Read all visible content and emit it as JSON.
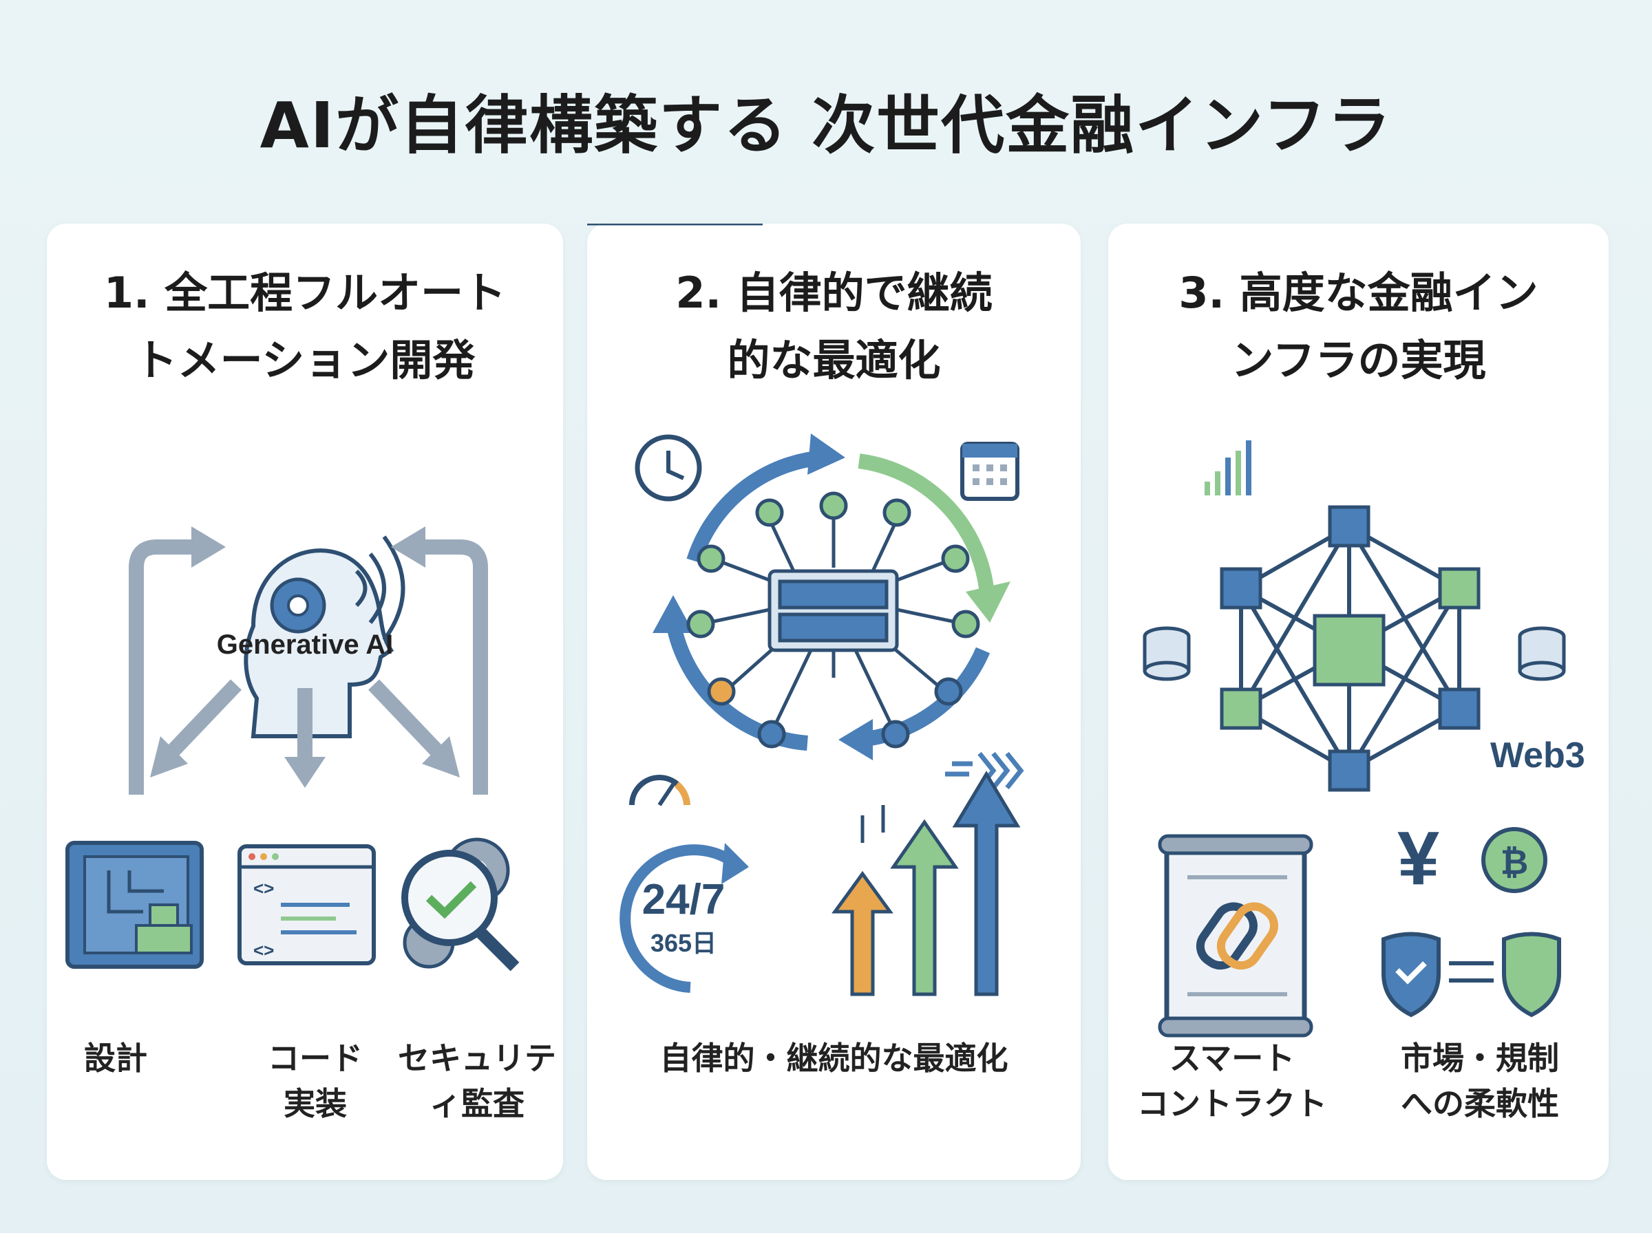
{
  "title": "AIが自律構築する 次世代金融インフラ",
  "cards": [
    {
      "title": "1. 全工程フルオート\nトメーション開発",
      "hub_label": "Generative AI",
      "labels": [
        "設計",
        "コード\n実装",
        "セキュリテ\nィ監査"
      ]
    },
    {
      "title": "2. 自律的で継続\n的な最適化",
      "cycle_main": "24/7",
      "cycle_sub": "365日",
      "caption": "自律的・継続的な最適化"
    },
    {
      "title": "3. 高度な金融イン\nンフラの実現",
      "network_label": "Web3",
      "labels": [
        "スマート\nコントラクト",
        "市場・規制\nへの柔軟性"
      ]
    }
  ],
  "colors": {
    "blue": "#4a7fb8",
    "dark_blue": "#2e4f72",
    "green": "#8fc98f",
    "gray_arrow": "#9aaabb",
    "orange": "#e8a64e",
    "yen_symbol": "¥"
  }
}
